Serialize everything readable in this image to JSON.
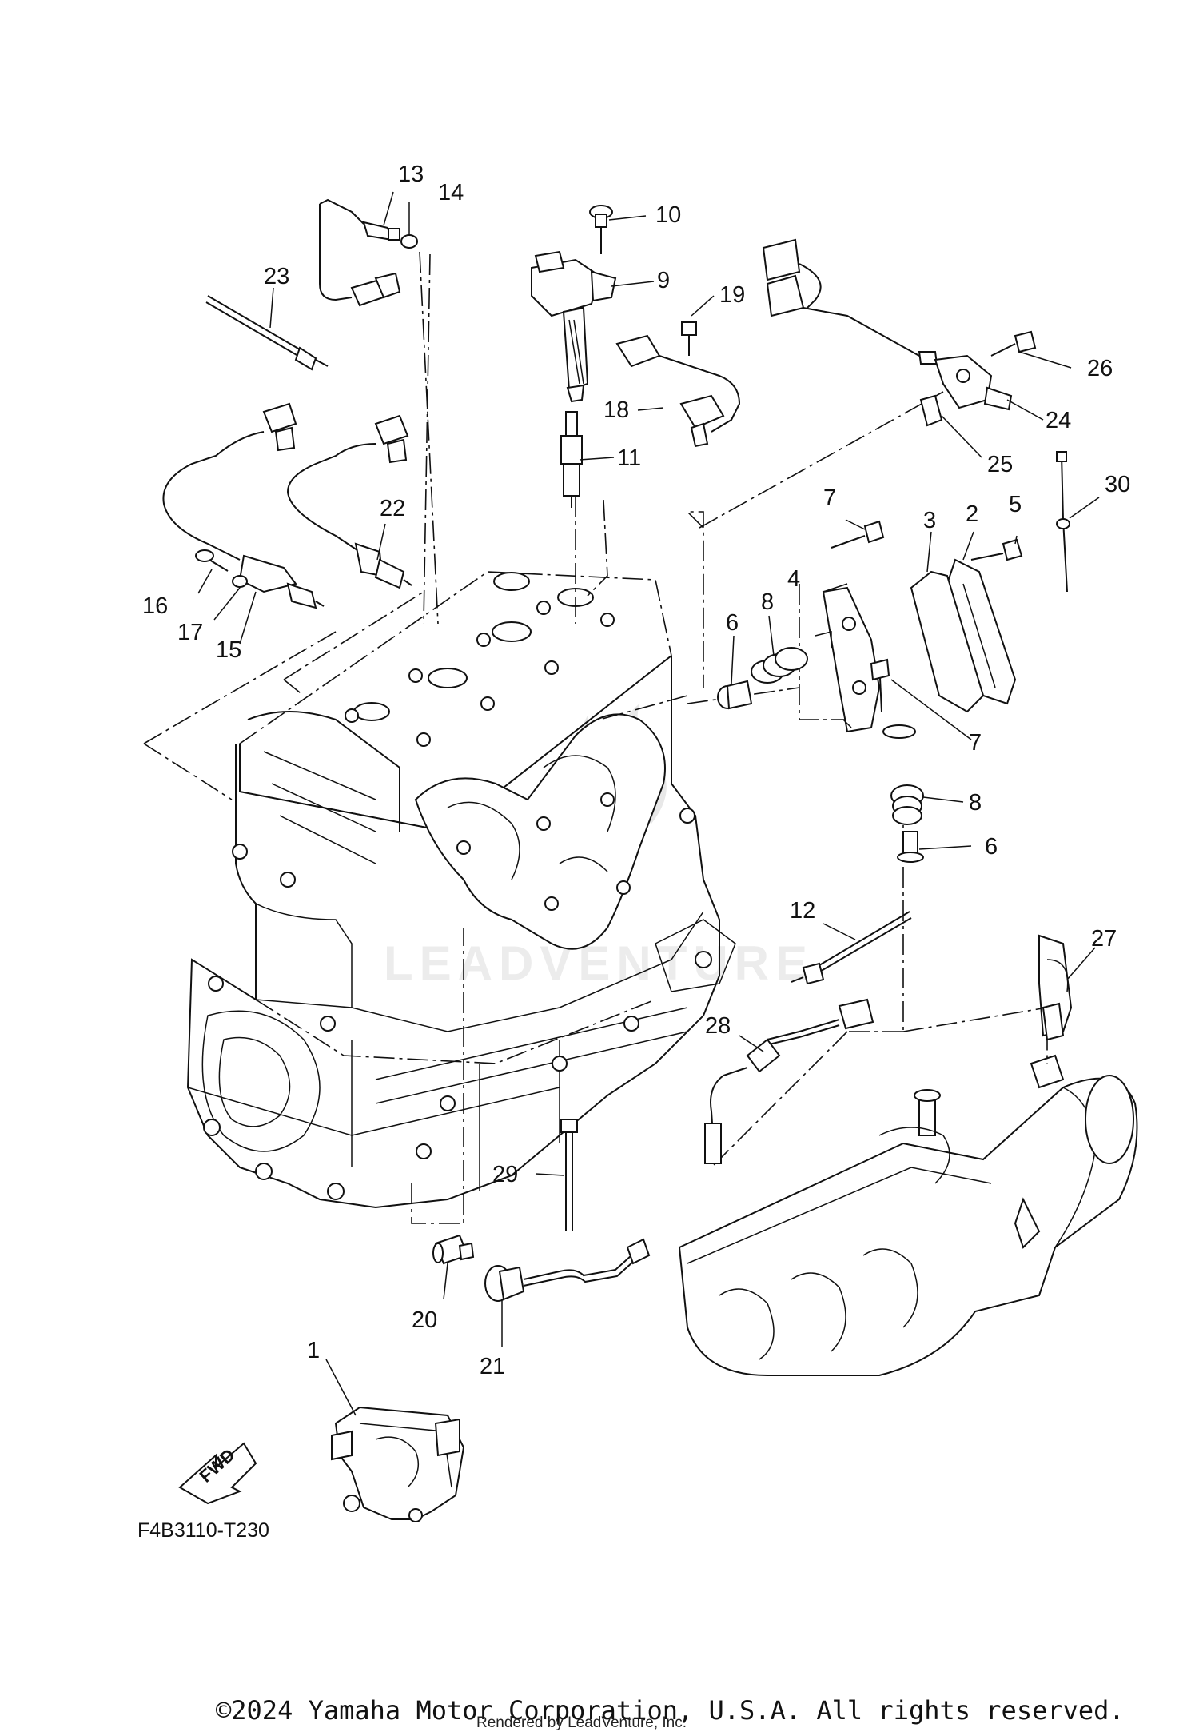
{
  "diagram": {
    "figure_code": "F4B3110-T230",
    "fwd_label": "FWD",
    "watermark": "LEADVENTURE",
    "callouts": [
      "1",
      "2",
      "3",
      "4",
      "5",
      "6",
      "6",
      "7",
      "7",
      "8",
      "8",
      "9",
      "10",
      "11",
      "12",
      "13",
      "14",
      "15",
      "16",
      "17",
      "18",
      "19",
      "20",
      "21",
      "22",
      "23",
      "24",
      "25",
      "26",
      "27",
      "28",
      "29",
      "30"
    ]
  },
  "footer": {
    "copyright": "©2024 Yamaha Motor Corporation, U.S.A. All rights reserved.",
    "rendered_by": "Rendered by LeadVenture, Inc."
  }
}
